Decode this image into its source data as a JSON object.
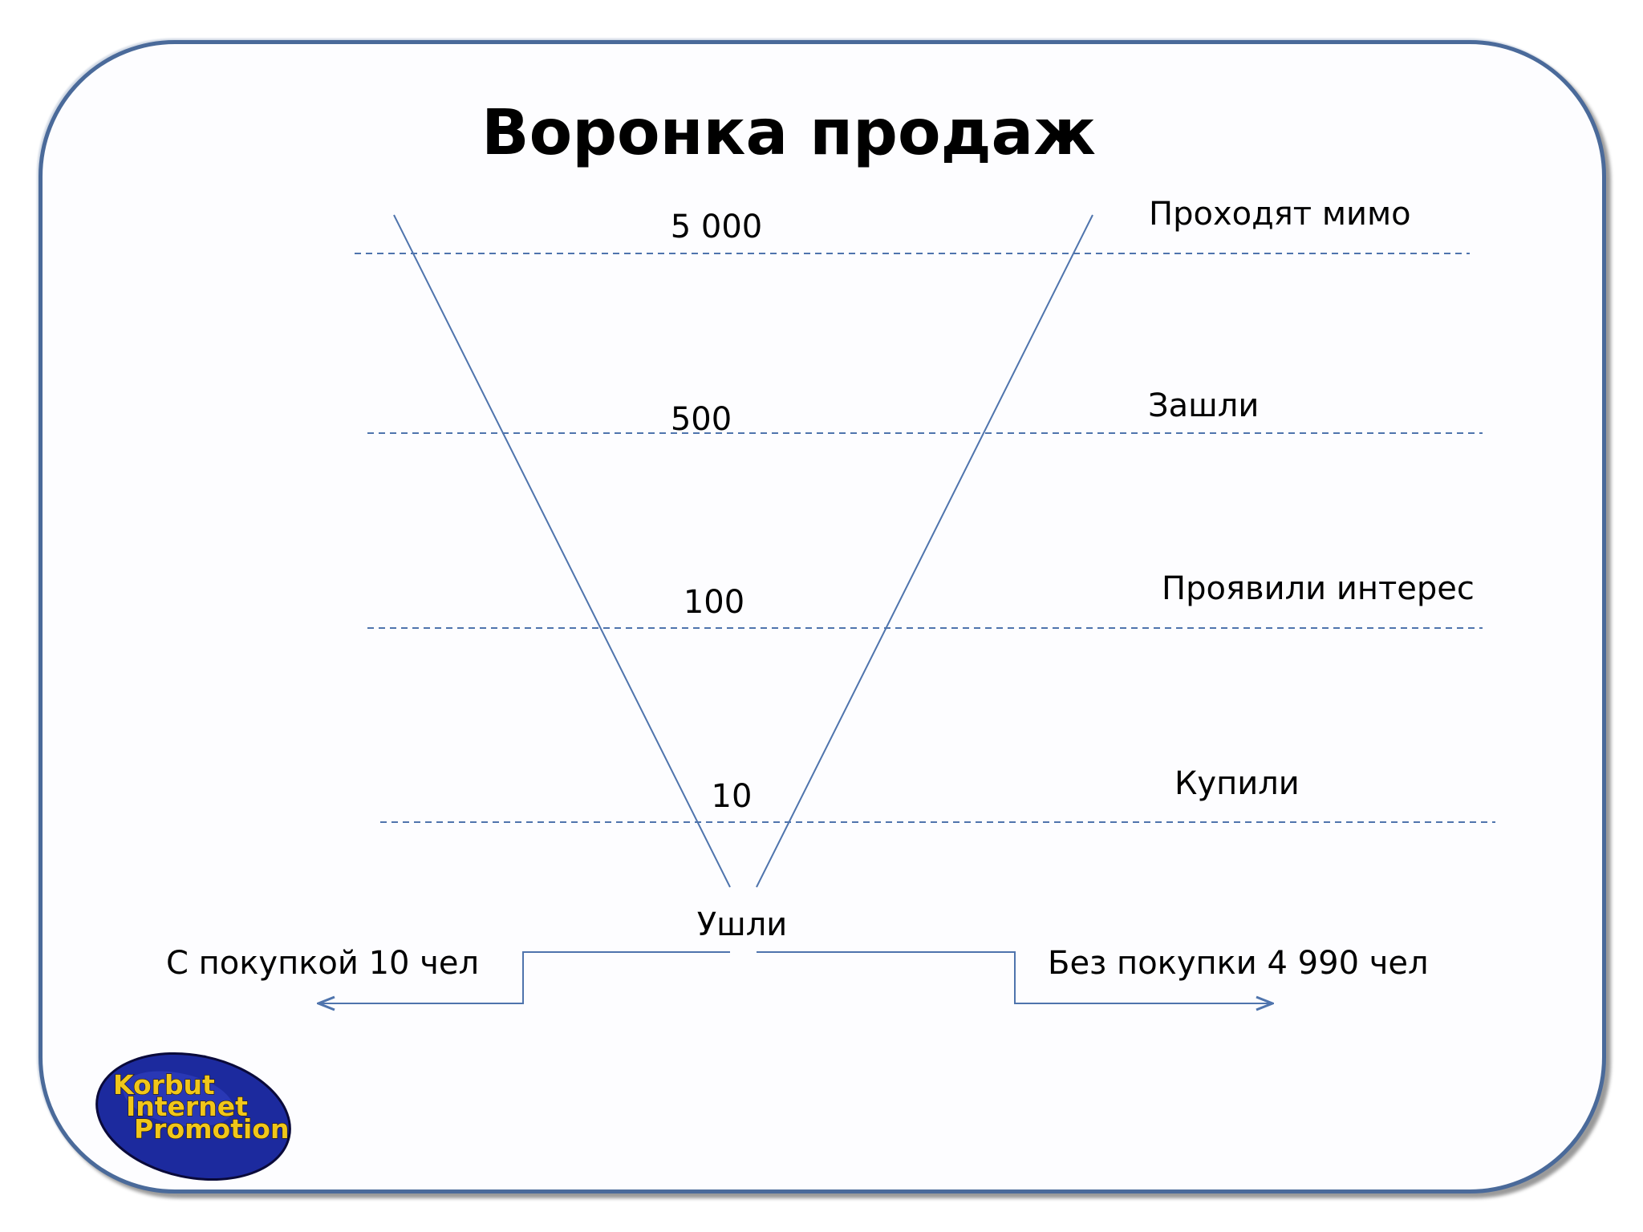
{
  "title": "Воронка продаж",
  "stages": [
    {
      "value": "5 000",
      "label": "Проходят мимо"
    },
    {
      "value": "500",
      "label": "Зашли"
    },
    {
      "value": "100",
      "label": "Проявили интерес"
    },
    {
      "value": "10",
      "label": "Купили"
    }
  ],
  "exit": {
    "label": "Ушли",
    "left": "С покупкой 10 чел",
    "right": "Без покупки 4 990 чел"
  },
  "logo": {
    "line1": "Korbut",
    "line2": "Internet",
    "line3": "Promotion"
  },
  "colors": {
    "frame": "#4a6a9a",
    "lines": "#4f74ad",
    "logo_fill": "#1c2a9e",
    "logo_text": "#f0c61a"
  }
}
